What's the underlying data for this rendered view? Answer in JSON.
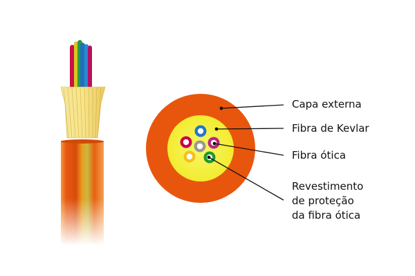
{
  "labels": {
    "outer_jacket": "Capa externa",
    "kevlar": "Fibra de Kevlar",
    "optical_fiber": "Fibra ótica",
    "coating": [
      "Revestimento",
      "de proteção",
      "da fibra ótica"
    ]
  },
  "colors": {
    "jacket": "#e8560e",
    "kevlar": "#f6f04a",
    "fibers": [
      "#1e78c8",
      "#c8004a",
      "#9a9a8e",
      "#b8287c",
      "#f2c21a",
      "#1f9a2e"
    ]
  }
}
